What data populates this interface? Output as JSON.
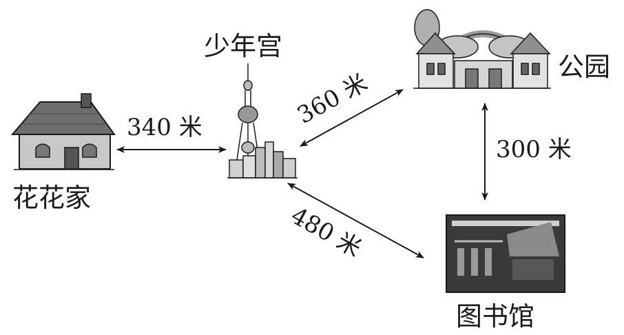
{
  "places": {
    "home": "花花家",
    "youth_palace": "少年宫",
    "park": "公园",
    "library": "图书馆"
  },
  "distances": {
    "home_to_palace": "340 米",
    "palace_to_park": "360 米",
    "park_to_library": "300 米",
    "palace_to_library": "480 米"
  },
  "colors": {
    "ink": "#1a1a1a",
    "shade": "#8a8a8a",
    "library_photo": "#3a3a3a"
  }
}
